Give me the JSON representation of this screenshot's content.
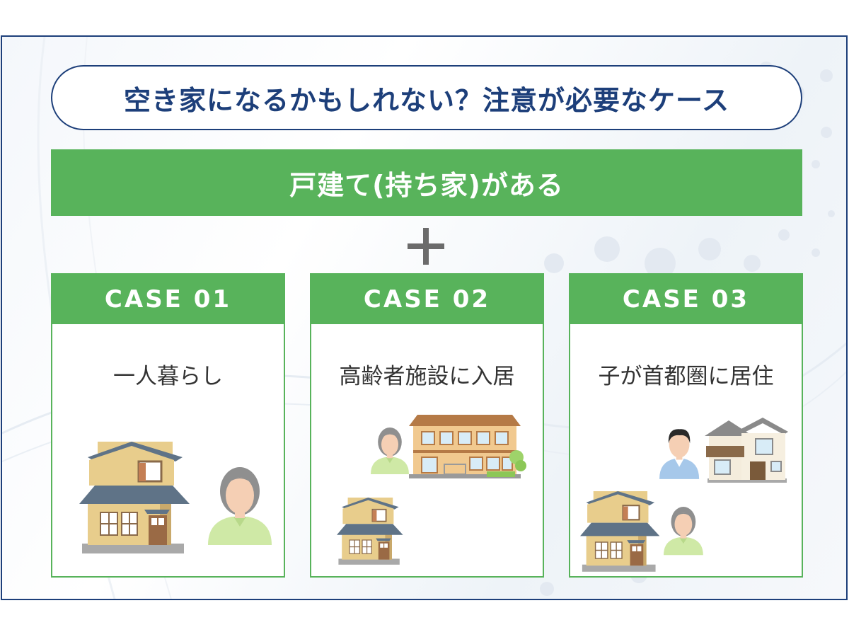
{
  "title": "空き家になるかもしれない？注意が必要なケース",
  "banner": "戸建て(持ち家)がある",
  "plus_symbol": "plus-icon",
  "cases": [
    {
      "heading": "CASE 01",
      "label": "一人暮らし",
      "icons": [
        "house-icon",
        "elderly-woman-icon"
      ]
    },
    {
      "heading": "CASE 02",
      "label": "高齢者施設に入居",
      "icons": [
        "elderly-woman-icon",
        "care-facility-icon",
        "house-icon"
      ]
    },
    {
      "heading": "CASE 03",
      "label": "子が首都圏に居住",
      "icons": [
        "man-icon",
        "modern-house-icon",
        "house-icon",
        "elderly-woman-icon"
      ]
    }
  ],
  "colors": {
    "navy": "#1d3f7a",
    "green": "#58b35b",
    "text": "#333333"
  }
}
